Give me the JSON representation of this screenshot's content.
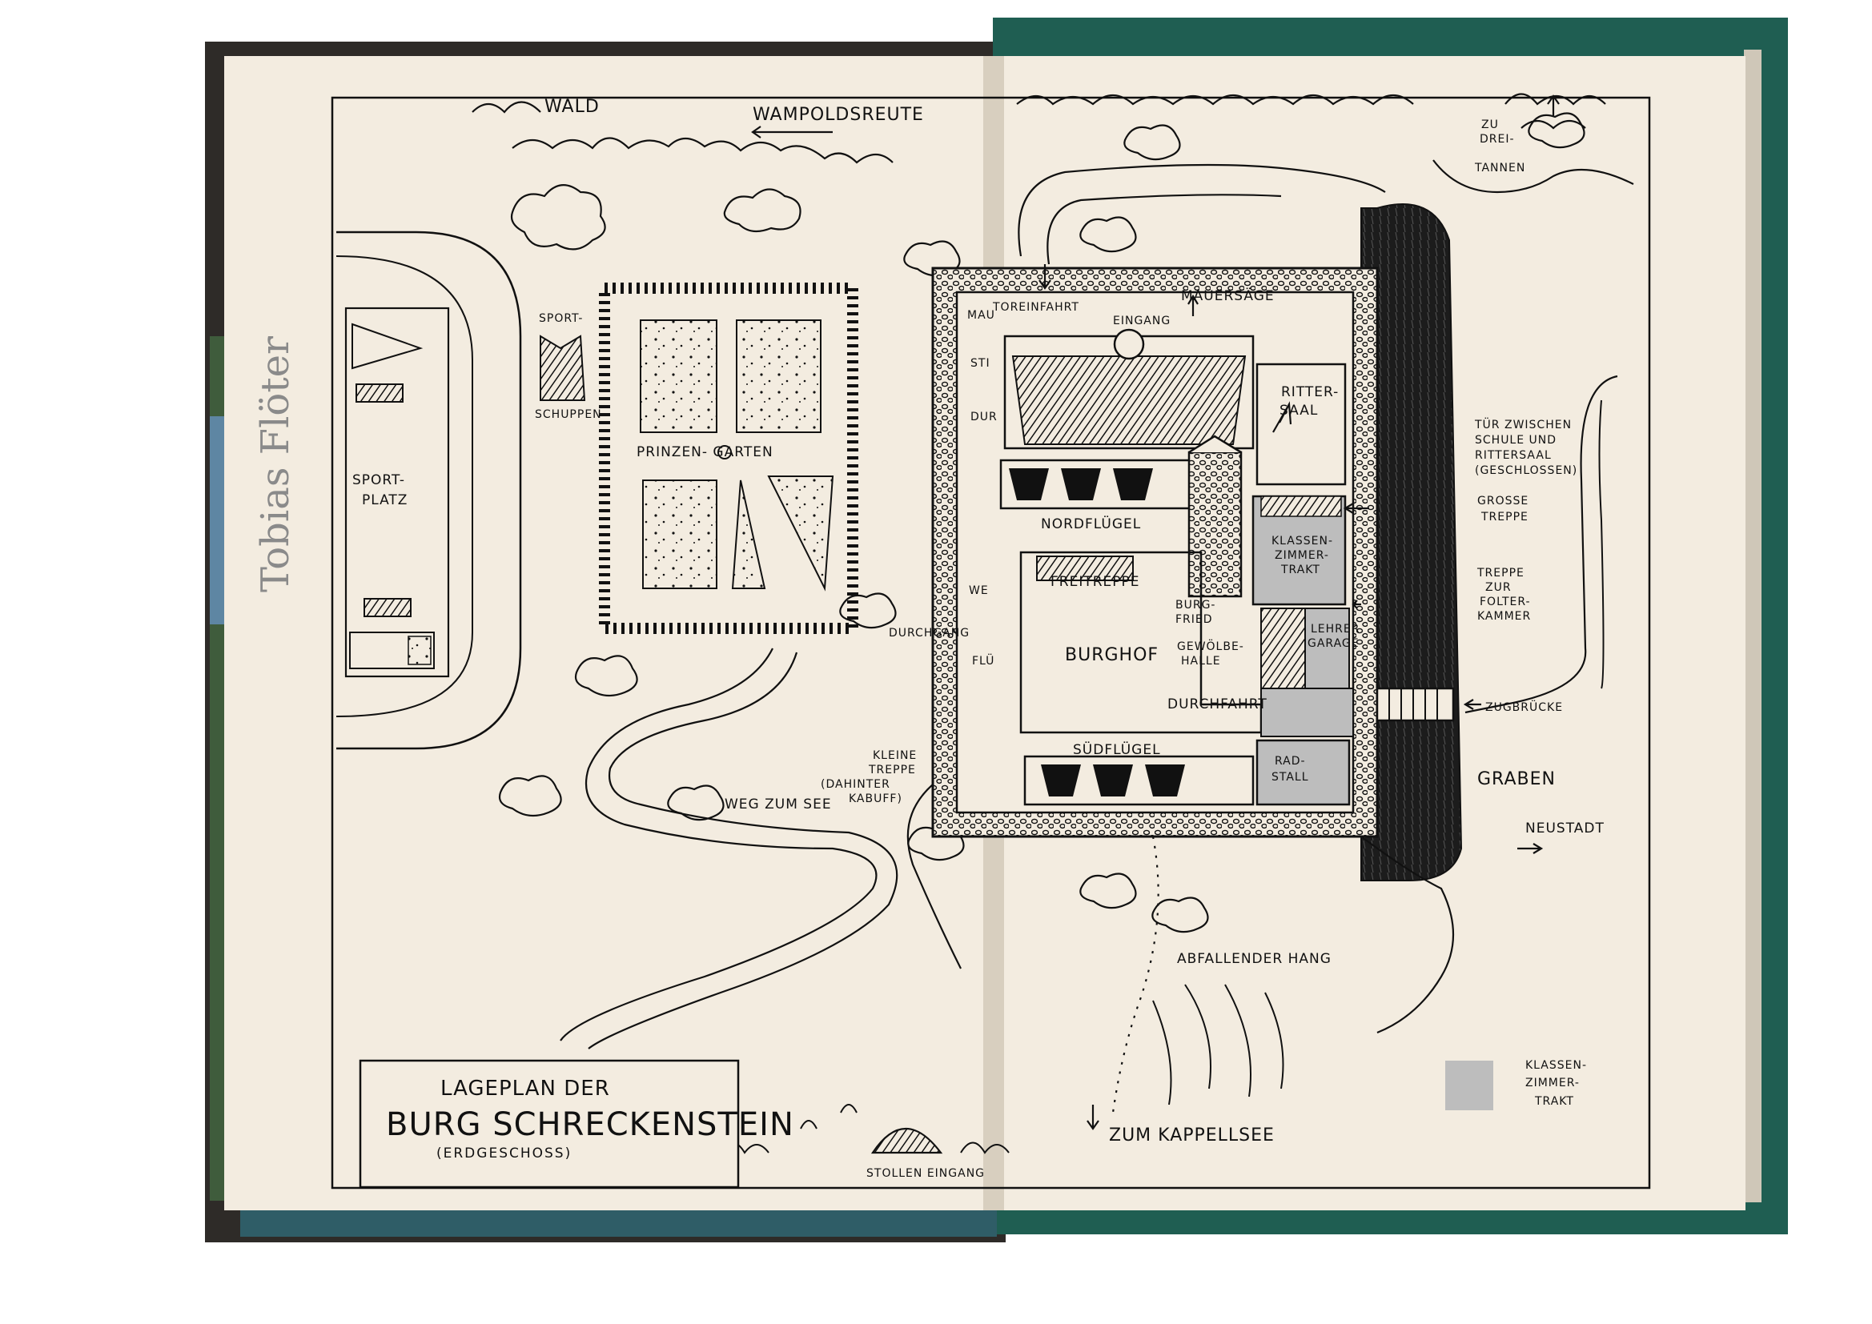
{
  "colors": {
    "background": "#ffffff",
    "scan_dark": "#2e2b28",
    "page": "#f3ece0",
    "cover_green": "#1f5e52",
    "ink": "#111111",
    "moat": "#1c1c1c",
    "legend_gray": "#bdbdbd",
    "handwriting": "#8a8a8a"
  },
  "handwriting": "Tobias Flöter",
  "map": {
    "labels": {
      "wald": "WALD",
      "wampoldsreute": "WAMPOLDSREUTE",
      "zu_drei_tannen": [
        "ZU",
        "DREI-",
        "TANNEN"
      ],
      "sport_schuppen": [
        "SPORT-",
        "SCHUPPEN"
      ],
      "sportplatz": [
        "SPORT-",
        "PLATZ"
      ],
      "prinzengarten": "PRINZEN-  GARTEN",
      "tor_einfahrt": "TOREINFAHRT",
      "mauersaege": "MAUERSÄGE",
      "eingang": "EINGANG",
      "rittersaal": [
        "RITTER-",
        "SAAL"
      ],
      "tuer": [
        "TÜR ZWISCHEN",
        "SCHULE UND",
        "RITTERSAAL",
        "(GESCHLOSSEN)"
      ],
      "grosse_treppe": [
        "GROSSE",
        "TREPPE"
      ],
      "nordfluegel": "NORDFLÜGEL",
      "klassenzimmertrakt_inner": [
        "KLASSEN-",
        "ZIMMER-",
        "TRAKT"
      ],
      "treppe_folterkammer": [
        "TREPPE",
        "ZUR",
        "FOLTER-",
        "KAMMER"
      ],
      "freitreppe": "FREITREPPE",
      "burgfried": [
        "BURG-",
        "FRIED"
      ],
      "durchgang": "DURCHGANG",
      "burghof": "BURGHOF",
      "gewoelbehalle": [
        "GEWÖLBE-",
        "HALLE"
      ],
      "lehrergarage": [
        "LEHRER",
        "GARAGE"
      ],
      "durchfahrt": "DURCHFAHRT",
      "zugbruecke": "ZUGBRÜCKE",
      "kleine_treppe": [
        "KLEINE",
        "TREPPE",
        "(DAHINTER",
        "KABUFF)"
      ],
      "suedfluegel": "SÜDFLÜGEL",
      "radstall": [
        "RAD-",
        "STALL"
      ],
      "graben": "GRABEN",
      "neustadt": "NEUSTADT",
      "weg_zum_see": "WEG ZUM SEE",
      "abfallender_hang": "ABFALLENDER HANG",
      "zum_kappellsee": "ZUM KAPPELLSEE",
      "stollen_eingang": "STOLLEN EINGANG",
      "wall_west": [
        "MAU",
        "STI",
        "DUR",
        "WE",
        "FLÜ"
      ]
    },
    "title": {
      "line1": "LAGEPLAN DER",
      "line2": "BURG SCHRECKENSTEIN",
      "line3": "(ERDGESCHOSS)"
    },
    "legend": {
      "label": [
        "KLASSEN-",
        "ZIMMER-",
        "TRAKT"
      ]
    }
  }
}
